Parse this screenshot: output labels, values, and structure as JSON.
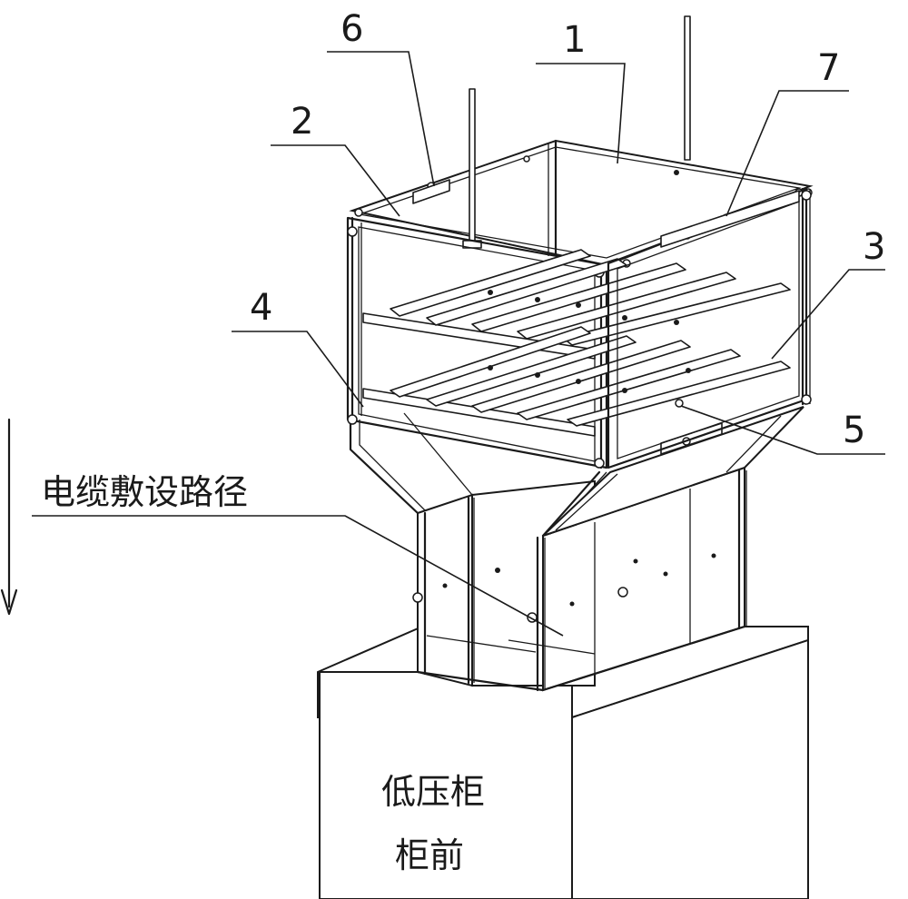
{
  "figure": {
    "part_labels": [
      "1",
      "2",
      "3",
      "4",
      "5",
      "6",
      "7"
    ],
    "path_label": "电缆敷设路径",
    "cabinet_label_line1": "低压柜",
    "cabinet_label_line2": "柜前"
  }
}
